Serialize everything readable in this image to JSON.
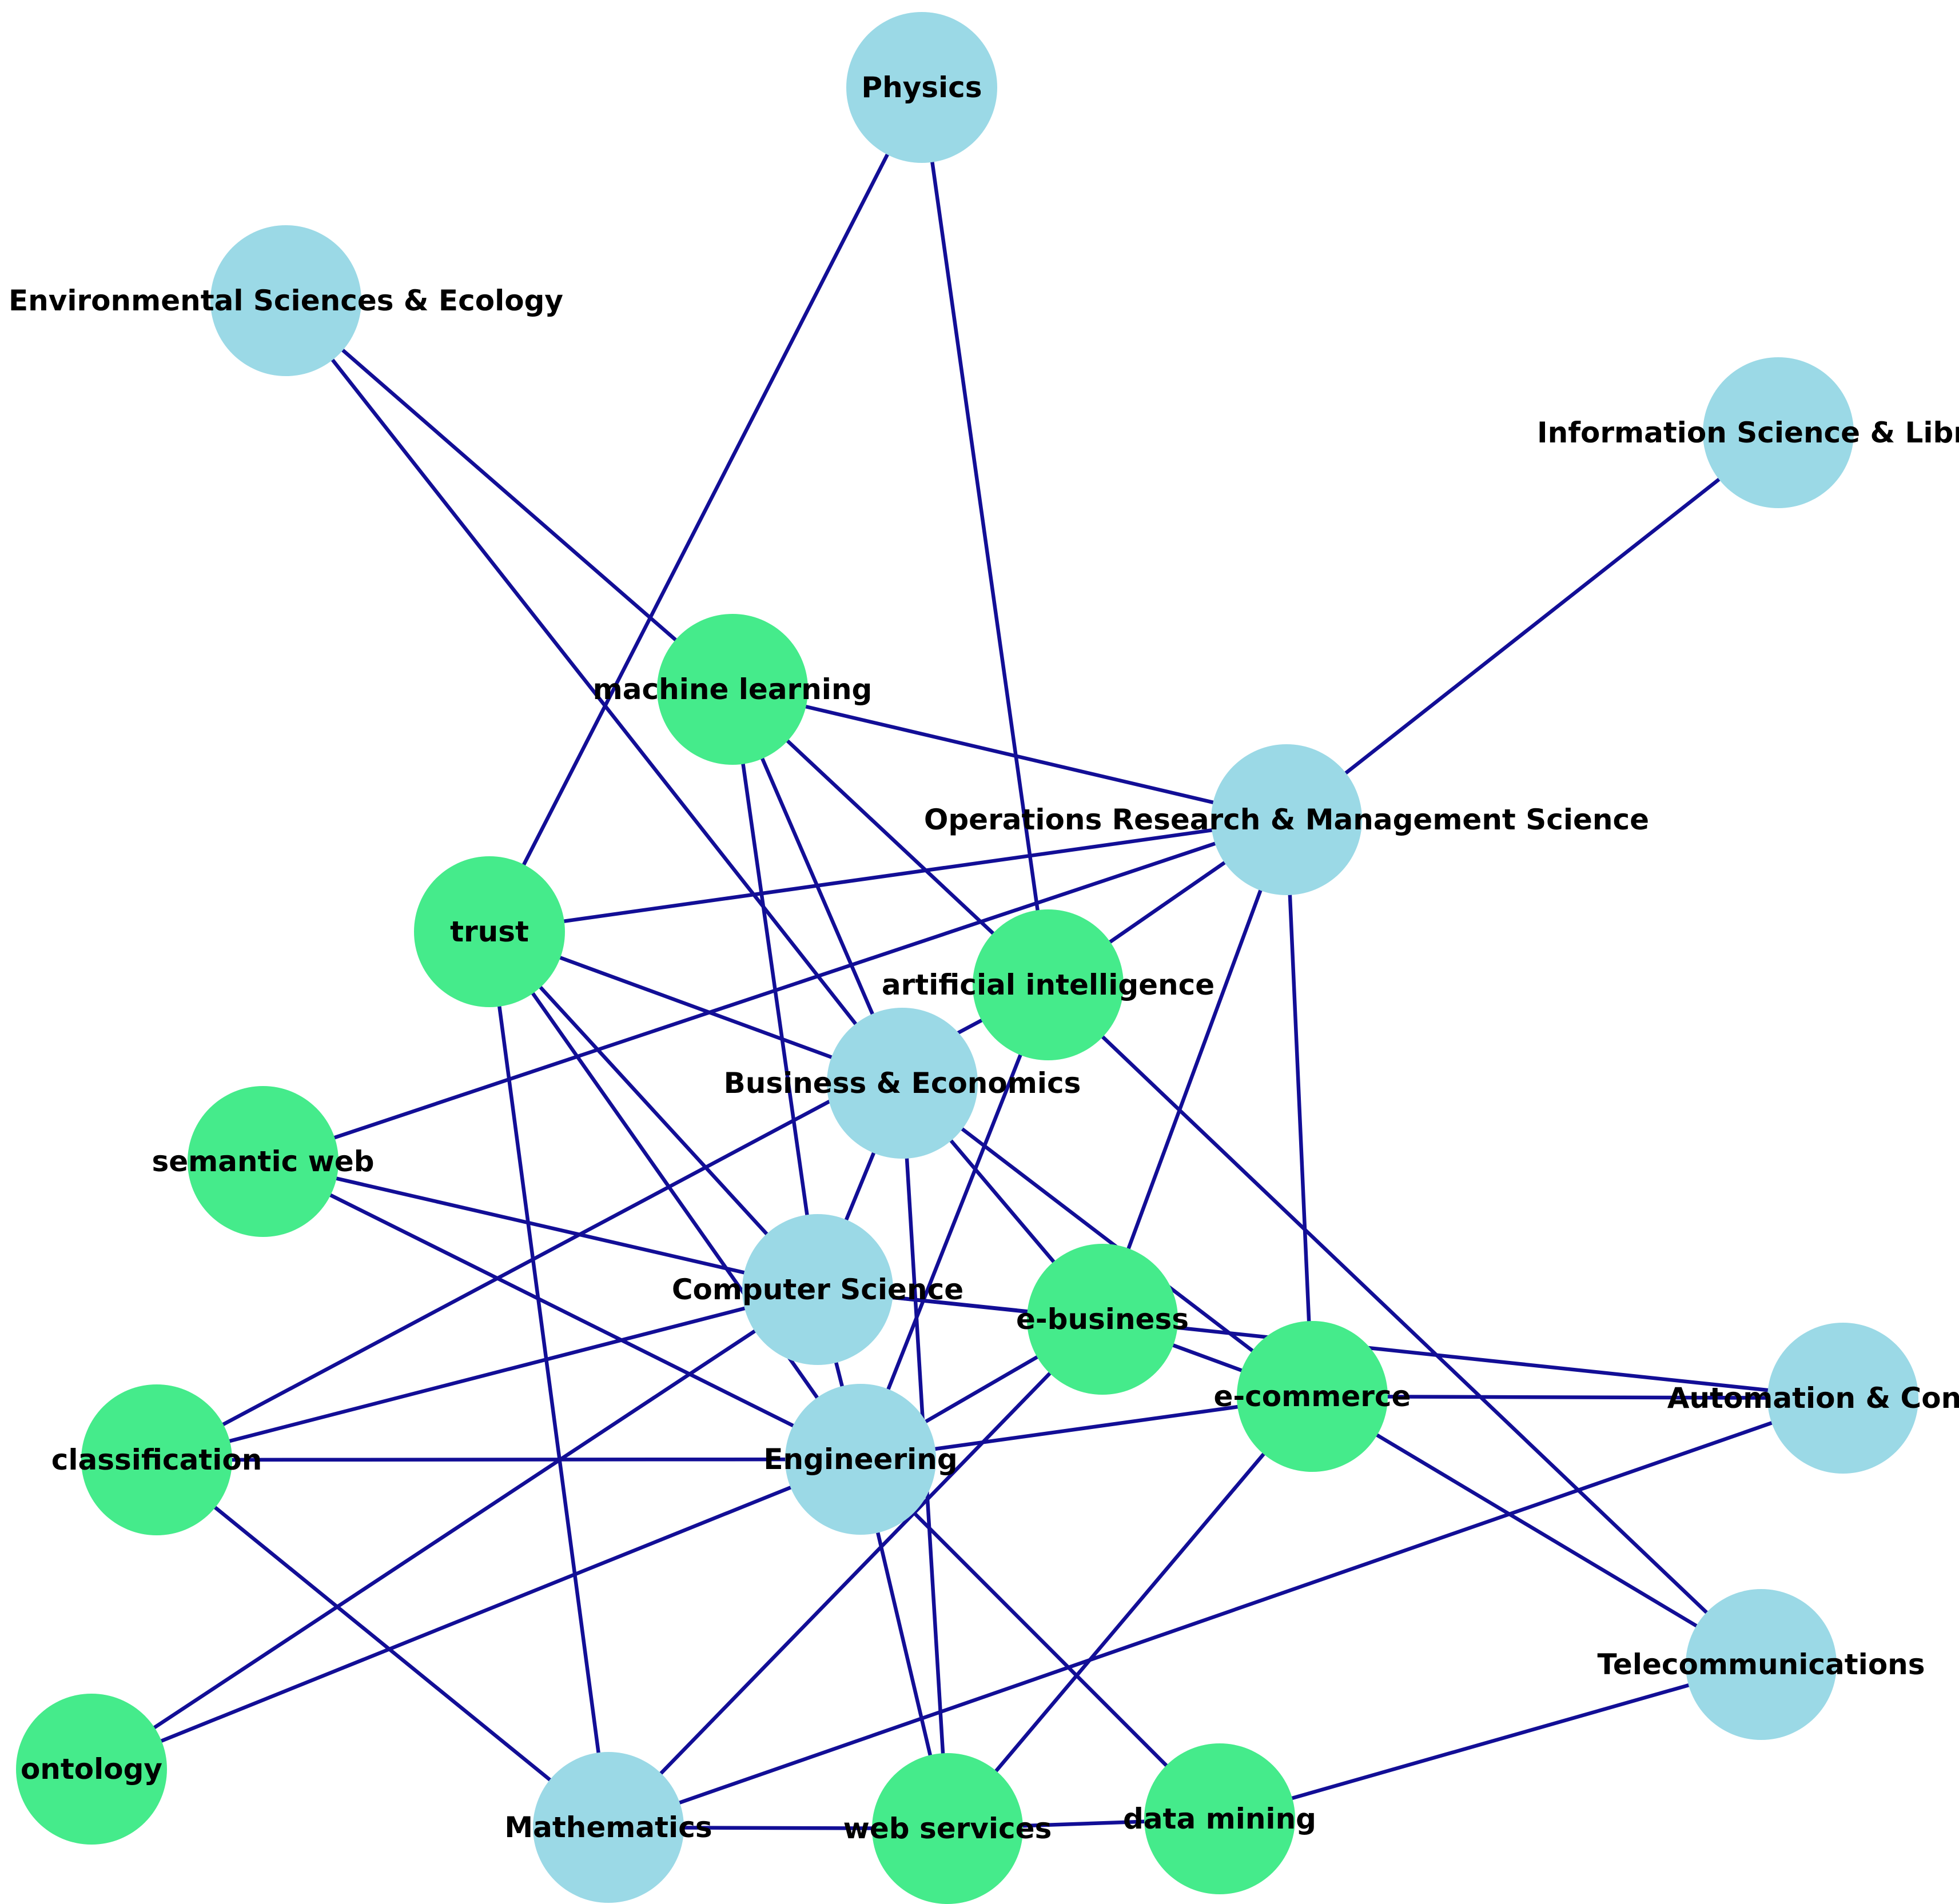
{
  "diagram": {
    "colors": {
      "background": "#ffffff",
      "edge": "#120e96",
      "subject_node": "#9bd9e6",
      "keyword_node": "#45eb8b",
      "label": "#000000"
    },
    "nodes": [
      {
        "id": "physics",
        "label": "Physics",
        "kind": "subject"
      },
      {
        "id": "env",
        "label": "Environmental Sciences & Ecology",
        "kind": "subject"
      },
      {
        "id": "info",
        "label": "Information Science & Library",
        "kind": "subject"
      },
      {
        "id": "ml",
        "label": "machine learning",
        "kind": "keyword"
      },
      {
        "id": "ops",
        "label": "Operations Research & Management Science",
        "kind": "subject"
      },
      {
        "id": "trust",
        "label": "trust",
        "kind": "keyword"
      },
      {
        "id": "ai",
        "label": "artificial intelligence",
        "kind": "keyword"
      },
      {
        "id": "bus",
        "label": "Business & Economics",
        "kind": "subject"
      },
      {
        "id": "sem",
        "label": "semantic web",
        "kind": "keyword"
      },
      {
        "id": "cs",
        "label": "Computer Science",
        "kind": "subject"
      },
      {
        "id": "ebus",
        "label": "e-business",
        "kind": "keyword"
      },
      {
        "id": "ecom",
        "label": "e-commerce",
        "kind": "keyword"
      },
      {
        "id": "auto",
        "label": "Automation & Control",
        "kind": "subject"
      },
      {
        "id": "class",
        "label": "classification",
        "kind": "keyword"
      },
      {
        "id": "eng",
        "label": "Engineering",
        "kind": "subject"
      },
      {
        "id": "tele",
        "label": "Telecommunications",
        "kind": "subject"
      },
      {
        "id": "onto",
        "label": "ontology",
        "kind": "keyword"
      },
      {
        "id": "math",
        "label": "Mathematics",
        "kind": "subject"
      },
      {
        "id": "ws",
        "label": "web services",
        "kind": "keyword"
      },
      {
        "id": "dm",
        "label": "data mining",
        "kind": "keyword"
      }
    ],
    "edges": [
      [
        "physics",
        "trust"
      ],
      [
        "physics",
        "ai"
      ],
      [
        "env",
        "ml"
      ],
      [
        "env",
        "bus"
      ],
      [
        "info",
        "ops"
      ],
      [
        "ml",
        "ops"
      ],
      [
        "ml",
        "cs"
      ],
      [
        "ml",
        "bus"
      ],
      [
        "ml",
        "ai"
      ],
      [
        "ops",
        "trust"
      ],
      [
        "ops",
        "ai"
      ],
      [
        "ops",
        "sem"
      ],
      [
        "ops",
        "ebus"
      ],
      [
        "ops",
        "ecom"
      ],
      [
        "trust",
        "bus"
      ],
      [
        "trust",
        "cs"
      ],
      [
        "trust",
        "eng"
      ],
      [
        "trust",
        "math"
      ],
      [
        "ai",
        "class"
      ],
      [
        "ai",
        "eng"
      ],
      [
        "ai",
        "tele"
      ],
      [
        "bus",
        "cs"
      ],
      [
        "bus",
        "ebus"
      ],
      [
        "bus",
        "ecom"
      ],
      [
        "bus",
        "ws"
      ],
      [
        "sem",
        "cs"
      ],
      [
        "sem",
        "eng"
      ],
      [
        "cs",
        "class"
      ],
      [
        "cs",
        "onto"
      ],
      [
        "cs",
        "ebus"
      ],
      [
        "cs",
        "auto"
      ],
      [
        "cs",
        "eng"
      ],
      [
        "ebus",
        "eng"
      ],
      [
        "ebus",
        "ecom"
      ],
      [
        "ebus",
        "math"
      ],
      [
        "ecom",
        "auto"
      ],
      [
        "ecom",
        "eng"
      ],
      [
        "ecom",
        "tele"
      ],
      [
        "ecom",
        "ws"
      ],
      [
        "class",
        "eng"
      ],
      [
        "class",
        "math"
      ],
      [
        "eng",
        "onto"
      ],
      [
        "eng",
        "ws"
      ],
      [
        "eng",
        "dm"
      ],
      [
        "auto",
        "math"
      ],
      [
        "tele",
        "dm"
      ],
      [
        "math",
        "ws"
      ],
      [
        "ws",
        "dm"
      ]
    ]
  }
}
